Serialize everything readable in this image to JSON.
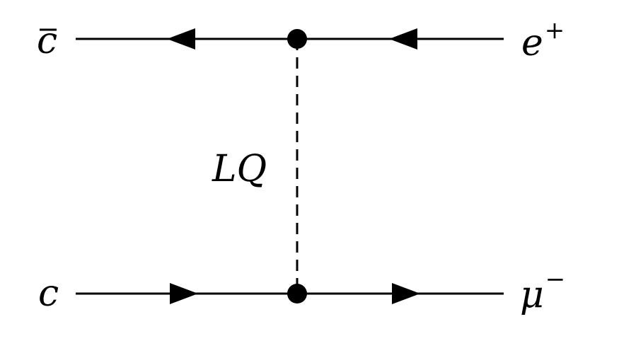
{
  "diagram": {
    "type": "feynman-t-channel",
    "line_color": "#000000",
    "background": "#ffffff",
    "particles": {
      "top_left": {
        "symbol": "c",
        "decoration": "bar"
      },
      "top_right": {
        "symbol": "e",
        "superscript": "+"
      },
      "bottom_left": {
        "symbol": "c"
      },
      "bottom_right": {
        "symbol": "μ",
        "superscript": "−"
      }
    },
    "propagator": {
      "label": "LQ",
      "style": "dashed"
    },
    "fermion_lines": [
      {
        "name": "top",
        "arrow_direction": "left"
      },
      {
        "name": "bottom",
        "arrow_direction": "right"
      }
    ],
    "vertices": [
      "top",
      "bottom"
    ]
  }
}
